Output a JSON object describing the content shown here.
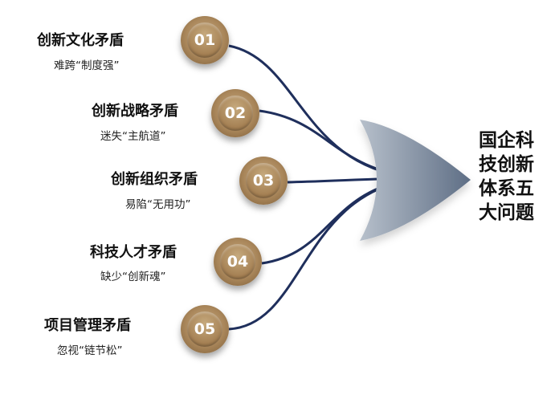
{
  "center": {
    "title_lines": [
      "国企科",
      "技创新",
      "体系五",
      "大问题"
    ]
  },
  "items": [
    {
      "number": "01",
      "title": "创新文化矛盾",
      "subtitle": "难跨“制度强”"
    },
    {
      "number": "02",
      "title": "创新战略矛盾",
      "subtitle": "迷失“主航道”"
    },
    {
      "number": "03",
      "title": "创新组织矛盾",
      "subtitle": "易陷“无用功”"
    },
    {
      "number": "04",
      "title": "科技人才矛盾",
      "subtitle": "缺少“创新魂”"
    },
    {
      "number": "05",
      "title": "项目管理矛盾",
      "subtitle": "忽视“链节松”"
    }
  ],
  "colors": {
    "connector": "#1f2f5c",
    "badge_gold": "#a9865a",
    "arrow": "#6f7f93"
  }
}
